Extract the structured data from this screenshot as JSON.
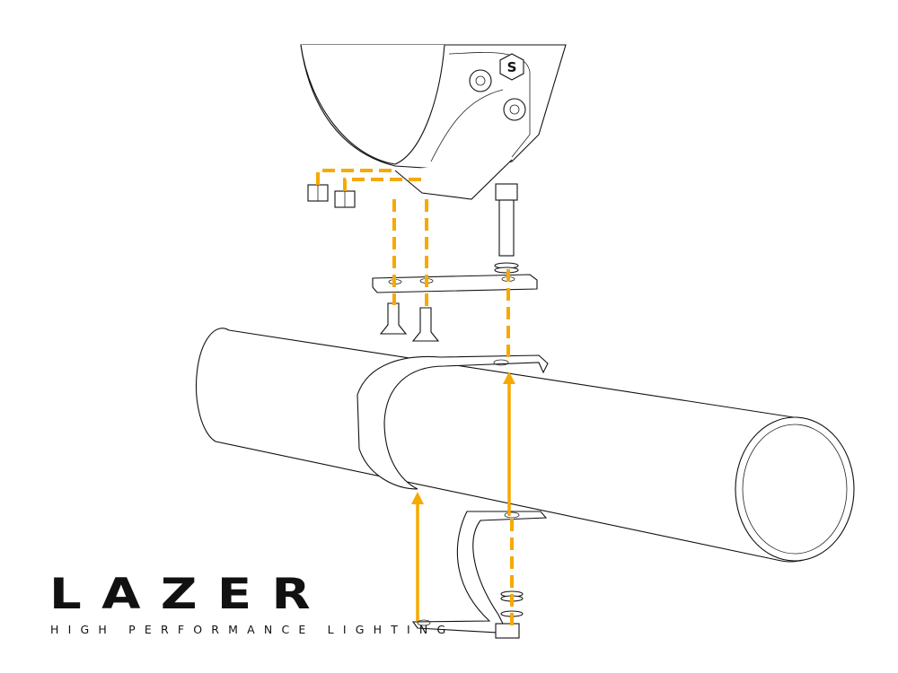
{
  "logo": {
    "wordmark": "LAZER",
    "tagline": "HIGH PERFORMANCE LIGHTING"
  },
  "diagram": {
    "components": [
      "lamp-housing",
      "nuts",
      "bolt",
      "washers",
      "mounting-plate",
      "countersunk-screws",
      "tube",
      "upper-clamp",
      "lower-clamp"
    ],
    "colors": {
      "guide": "#F6A900",
      "line": "#111111"
    }
  }
}
